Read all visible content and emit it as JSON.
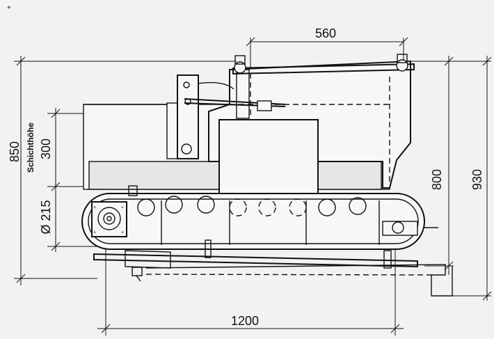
{
  "drawing": {
    "mark": "+",
    "dimensions": {
      "top_width": "560",
      "overall_height": "850",
      "layer_height_label": "Schichthöhe",
      "layer_height": "300",
      "roller_diameter": "Ø 215",
      "inner_height": "800",
      "total_height": "930",
      "length": "1200"
    }
  }
}
